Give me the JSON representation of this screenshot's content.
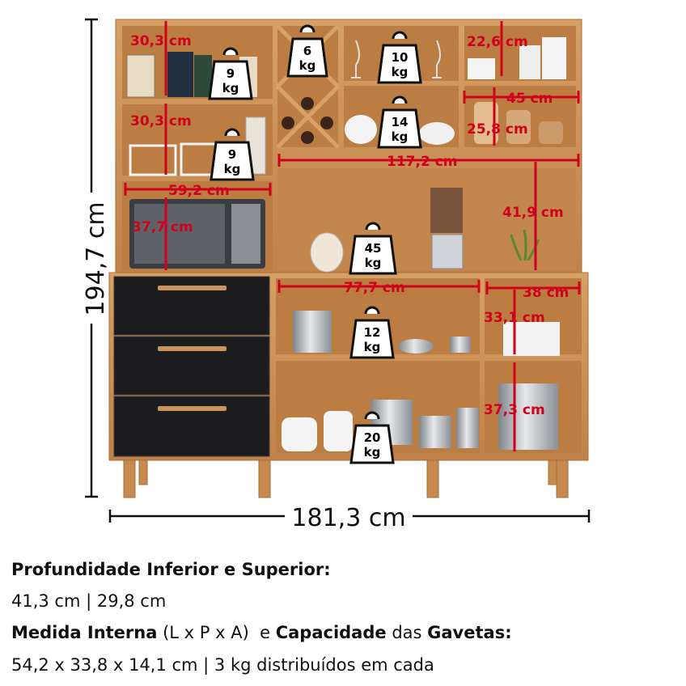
{
  "dimensions": {
    "height": "194,7 cm",
    "width": "181,3 cm"
  },
  "measurements": {
    "m_30_3_top": "30,3 cm",
    "m_30_3_mid": "30,3 cm",
    "m_22_6": "22,6 cm",
    "m_45": "45 cm",
    "m_25_8": "25,8 cm",
    "m_117_2": "117,2 cm",
    "m_59_2": "59,2 cm",
    "m_37_7": "37,7 cm",
    "m_41_9": "41,9 cm",
    "m_77_7": "77,7 cm",
    "m_38": "38 cm",
    "m_33_1": "33,1 cm",
    "m_37_3": "37,3 cm"
  },
  "weights": [
    {
      "value": "6",
      "unit": "kg"
    },
    {
      "value": "10",
      "unit": "kg"
    },
    {
      "value": "9",
      "unit": "kg"
    },
    {
      "value": "14",
      "unit": "kg"
    },
    {
      "value": "9",
      "unit": "kg"
    },
    {
      "value": "45",
      "unit": "kg"
    },
    {
      "value": "12",
      "unit": "kg"
    },
    {
      "value": "20",
      "unit": "kg"
    }
  ],
  "info": {
    "depth_title": "Profundidade Inferior e Superior:",
    "depth_values": "41,3 cm  |  29,8 cm",
    "internal_label": "Medida Interna",
    "internal_dims": " (L x P x A)  e ",
    "capacity_label": "Capacidade",
    "drawers_connector": " das ",
    "drawers_label": "Gavetas:",
    "drawer_values": "54,2 x 33,8 x 14,1 cm  |  3 kg distribuídos em cada"
  },
  "colors": {
    "wood": "#c68a4e",
    "wood_light": "#d9a468",
    "wood_inner": "#b87a3f",
    "black_panel": "#1c1c1e",
    "measure_red": "#d0021b",
    "handle": "#c9955c"
  }
}
